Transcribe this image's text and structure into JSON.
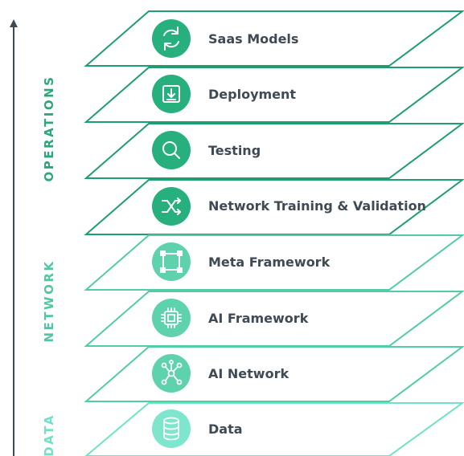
{
  "layers": [
    {
      "label": "Saas Models",
      "icon": "refresh-icon",
      "color": "#1e9e6f",
      "fill": "#27b07d"
    },
    {
      "label": "Deployment",
      "icon": "download-icon",
      "color": "#1e9e6f",
      "fill": "#27b07d"
    },
    {
      "label": "Testing",
      "icon": "search-icon",
      "color": "#1e9e6f",
      "fill": "#27b07d"
    },
    {
      "label": "Network Training & Validation",
      "icon": "shuffle-icon",
      "color": "#1e9e6f",
      "fill": "#27b07d"
    },
    {
      "label": "Meta Framework",
      "icon": "frame-icon",
      "color": "#52cca6",
      "fill": "#5dd2ad"
    },
    {
      "label": "AI Framework",
      "icon": "chip-icon",
      "color": "#52cca6",
      "fill": "#5dd2ad"
    },
    {
      "label": "AI Network",
      "icon": "network-icon",
      "color": "#52cca6",
      "fill": "#5dd2ad"
    },
    {
      "label": "Data",
      "icon": "database-icon",
      "color": "#6fe3c6",
      "fill": "#7ee6cd"
    }
  ],
  "groups": [
    {
      "label": "OPERATIONS",
      "color": "#2aa87a"
    },
    {
      "label": "NETWORK",
      "color": "#4cc9a3"
    },
    {
      "label": "DATA",
      "color": "#72e0c4"
    }
  ],
  "axis": {
    "color": "#3f4a55"
  }
}
